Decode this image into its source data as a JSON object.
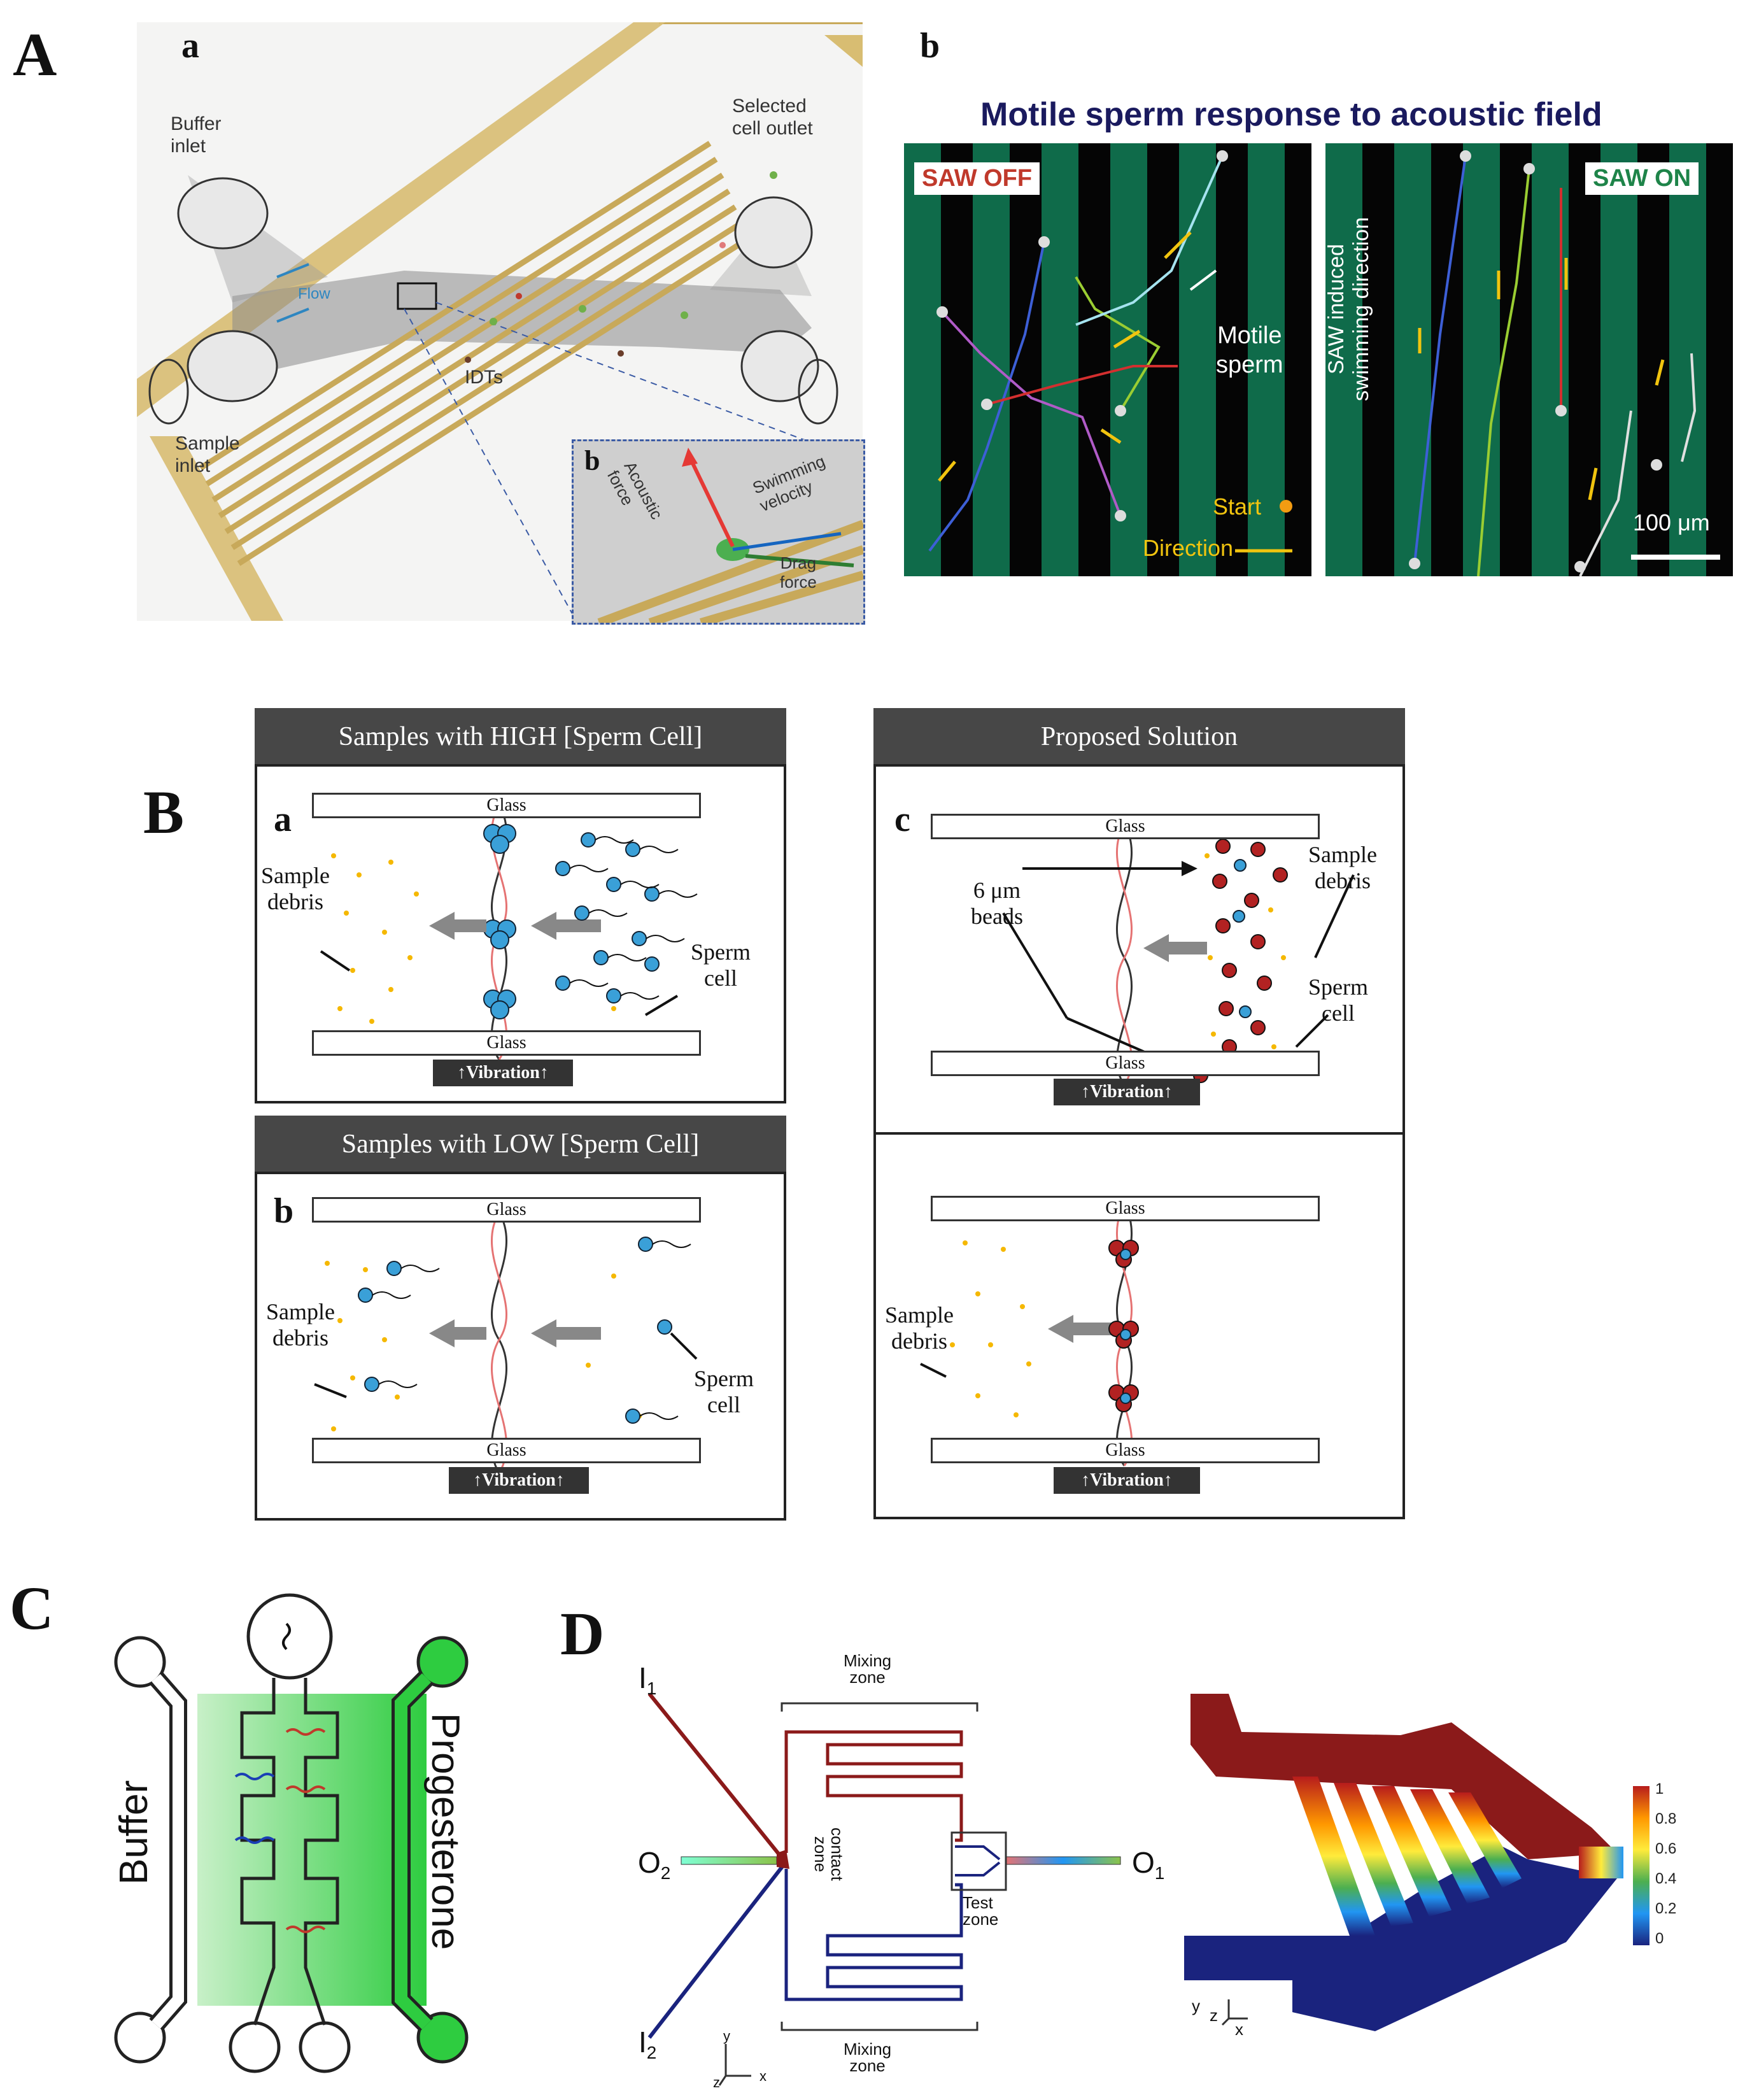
{
  "panels": {
    "A": {
      "letter": "A",
      "a": {
        "letter": "a",
        "labels": {
          "buffer_inlet": "Buffer\ninlet",
          "selected_cell_outlet": "Selected\ncell outlet",
          "flow": "Flow",
          "idts": "IDTs",
          "sample_inlet": "Sample\ninlet"
        },
        "inset": {
          "letter": "b",
          "acoustic_force": "Acoustic\nforce",
          "swimming_velocity": "Swimming\nvelocity",
          "drag_force": "Drag\nforce"
        }
      },
      "b": {
        "letter": "b",
        "title": "Motile sperm response to acoustic field",
        "saw_off": "SAW OFF",
        "saw_on": "SAW ON",
        "motile_sperm": "Motile\nsperm",
        "saw_induced": "SAW induced\nswimming direction",
        "start": "Start",
        "direction": "Direction",
        "scale": "100 μm"
      }
    },
    "B": {
      "letter": "B",
      "high_header": "Samples with HIGH [Sperm Cell]",
      "low_header": "Samples with LOW [Sperm Cell]",
      "proposed_header": "Proposed Solution",
      "sub_a": "a",
      "sub_b": "b",
      "sub_c": "c",
      "glass": "Glass",
      "vibration": "↑Vibration↑",
      "sample_debris": "Sample\ndebris",
      "sperm_cell": "Sperm\ncell",
      "beads": "6 μm\nbeads"
    },
    "C": {
      "letter": "C",
      "buffer": "Buffer",
      "progesterone": "Progesterone"
    },
    "D": {
      "letter": "D",
      "i1": "I",
      "i1_sub": "1",
      "i2": "I",
      "i2_sub": "2",
      "o1": "O",
      "o1_sub": "1",
      "o2": "O",
      "o2_sub": "2",
      "mixing_zone_top": "Mixing\nzone",
      "mixing_zone_bottom": "Mixing\nzone",
      "contact_zone": "contact\nzone",
      "test_zone": "Test\nzone",
      "axis_y": "y",
      "axis_x": "x",
      "axis_z": "z",
      "colorbar_ticks": [
        "1",
        "0.8",
        "0.6",
        "0.4",
        "0.2",
        "0"
      ]
    }
  },
  "colors": {
    "gold": "#c8a95a",
    "saw_off": "#c0392b",
    "saw_on": "#1e8449",
    "sperm_blue": "#3aa0d8",
    "bead_red": "#b22222",
    "green_fill": "#3cd23c",
    "channel_red": "#8b1a1a",
    "channel_blue": "#1a237e"
  }
}
